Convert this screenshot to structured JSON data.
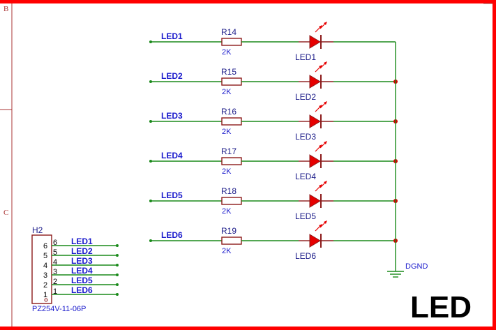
{
  "frame": {
    "zones": [
      "B",
      "C"
    ]
  },
  "rows": [
    {
      "net": "LED1",
      "res_ref": "R14",
      "res_val": "2K",
      "led_ref": "LED1"
    },
    {
      "net": "LED2",
      "res_ref": "R15",
      "res_val": "2K",
      "led_ref": "LED2"
    },
    {
      "net": "LED3",
      "res_ref": "R16",
      "res_val": "2K",
      "led_ref": "LED3"
    },
    {
      "net": "LED4",
      "res_ref": "R17",
      "res_val": "2K",
      "led_ref": "LED4"
    },
    {
      "net": "LED5",
      "res_ref": "R18",
      "res_val": "2K",
      "led_ref": "LED5"
    },
    {
      "net": "LED6",
      "res_ref": "R19",
      "res_val": "2K",
      "led_ref": "LED6"
    }
  ],
  "ground": {
    "label": "DGND"
  },
  "header": {
    "ref": "H2",
    "part": "PZ254V-11-06P",
    "pins": [
      {
        "num": "6",
        "net": "LED1"
      },
      {
        "num": "5",
        "net": "LED2"
      },
      {
        "num": "4",
        "net": "LED3"
      },
      {
        "num": "3",
        "net": "LED4"
      },
      {
        "num": "2",
        "net": "LED5"
      },
      {
        "num": "1",
        "net": "LED6"
      }
    ]
  },
  "title": "LED",
  "colors": {
    "wire": "#1a8a1a",
    "component": "#8b1a1a",
    "led_fill": "#e60000",
    "frame": "#ff0000",
    "net_label": "#1a1acc"
  }
}
